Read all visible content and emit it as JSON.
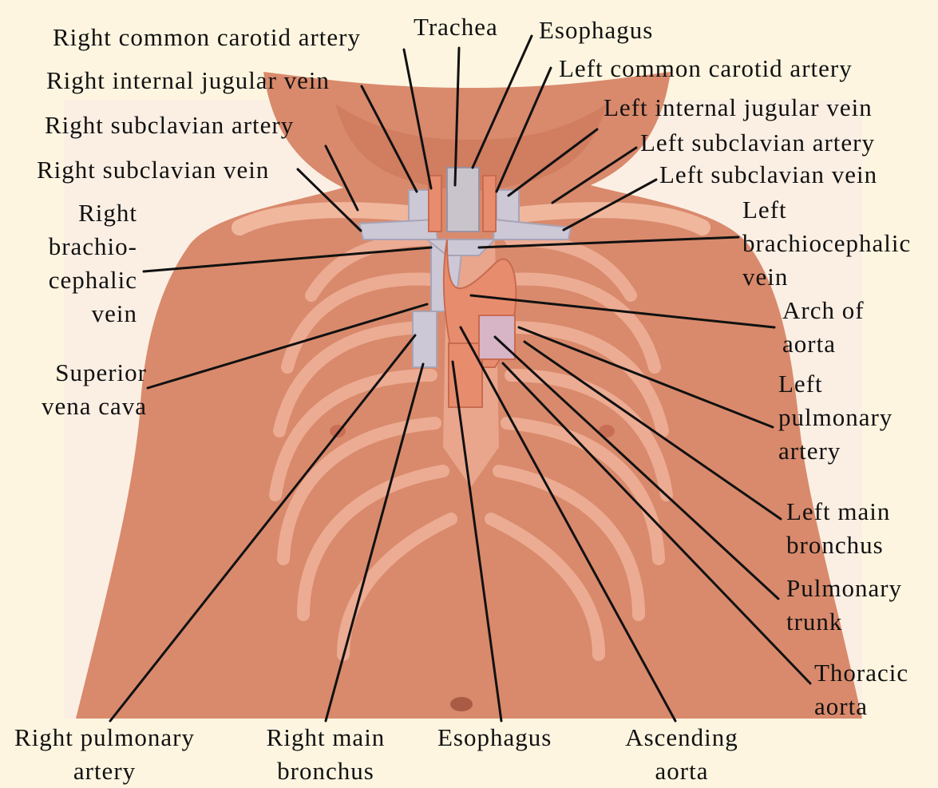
{
  "labels": {
    "right_common_carotid_artery": "Right common carotid artery",
    "trachea": "Trachea",
    "esophagus_top": "Esophagus",
    "left_common_carotid_artery": "Left common carotid artery",
    "right_internal_jugular_vein": "Right internal jugular vein",
    "left_internal_jugular_vein": "Left internal jugular vein",
    "right_subclavian_artery": "Right subclavian artery",
    "left_subclavian_artery": "Left subclavian artery",
    "right_subclavian_vein": "Right subclavian vein",
    "left_subclavian_vein": "Left subclavian vein",
    "right_brachiocephalic_vein": [
      "Right",
      "brachio-",
      "cephalic",
      "vein"
    ],
    "left_brachiocephalic_vein": [
      "Left",
      "brachiocephalic",
      "vein"
    ],
    "arch_of_aorta": [
      "Arch of",
      "aorta"
    ],
    "superior_vena_cava": [
      "Superior",
      "vena cava"
    ],
    "left_pulmonary_artery": [
      "Left",
      "pulmonary",
      "artery"
    ],
    "left_main_bronchus": [
      "Left main",
      "bronchus"
    ],
    "pulmonary_trunk": [
      "Pulmonary",
      "trunk"
    ],
    "thoracic_aorta": [
      "Thoracic",
      "aorta"
    ],
    "right_pulmonary_artery": [
      "Right pulmonary",
      "artery"
    ],
    "right_main_bronchus": [
      "Right main",
      "bronchus"
    ],
    "esophagus_bottom": "Esophagus",
    "ascending_aorta": [
      "Ascending",
      "aorta"
    ]
  },
  "colors": {
    "background": "#fdf5e0",
    "skin": "#d9876a",
    "ribs": "#f2b39a",
    "vein": "#c9c6d3",
    "artery": "#e58a6c",
    "leader_line": "#111111"
  }
}
